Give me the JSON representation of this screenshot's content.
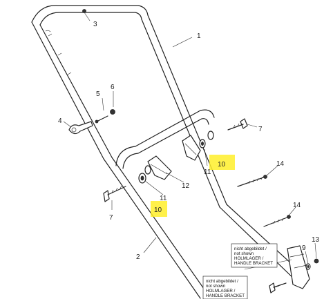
{
  "callouts": {
    "c1": "1",
    "c2": "2",
    "c3": "3",
    "c4": "4",
    "c5": "5",
    "c6": "6",
    "c7_left": "7",
    "c7_right": "7",
    "c9": "9",
    "c11_left": "11",
    "c11_right": "11",
    "c12": "12",
    "c13": "13",
    "c14_top": "14",
    "c14_mid": "14",
    "c10_left": "10",
    "c10_right": "10"
  },
  "notes": {
    "upper": {
      "line1": "nicht abgebildet /",
      "line2": "not shown",
      "line3": "HOLMLAGER /",
      "line4": "HANDLE BRACKET"
    },
    "lower": {
      "line1": "nicht abgebildet /",
      "line2": "not shown",
      "line3": "HOLMLAGER /",
      "line4": "HANDLE BRACKET"
    }
  },
  "colors": {
    "highlight": "#ffef2a",
    "line": "#222222"
  }
}
